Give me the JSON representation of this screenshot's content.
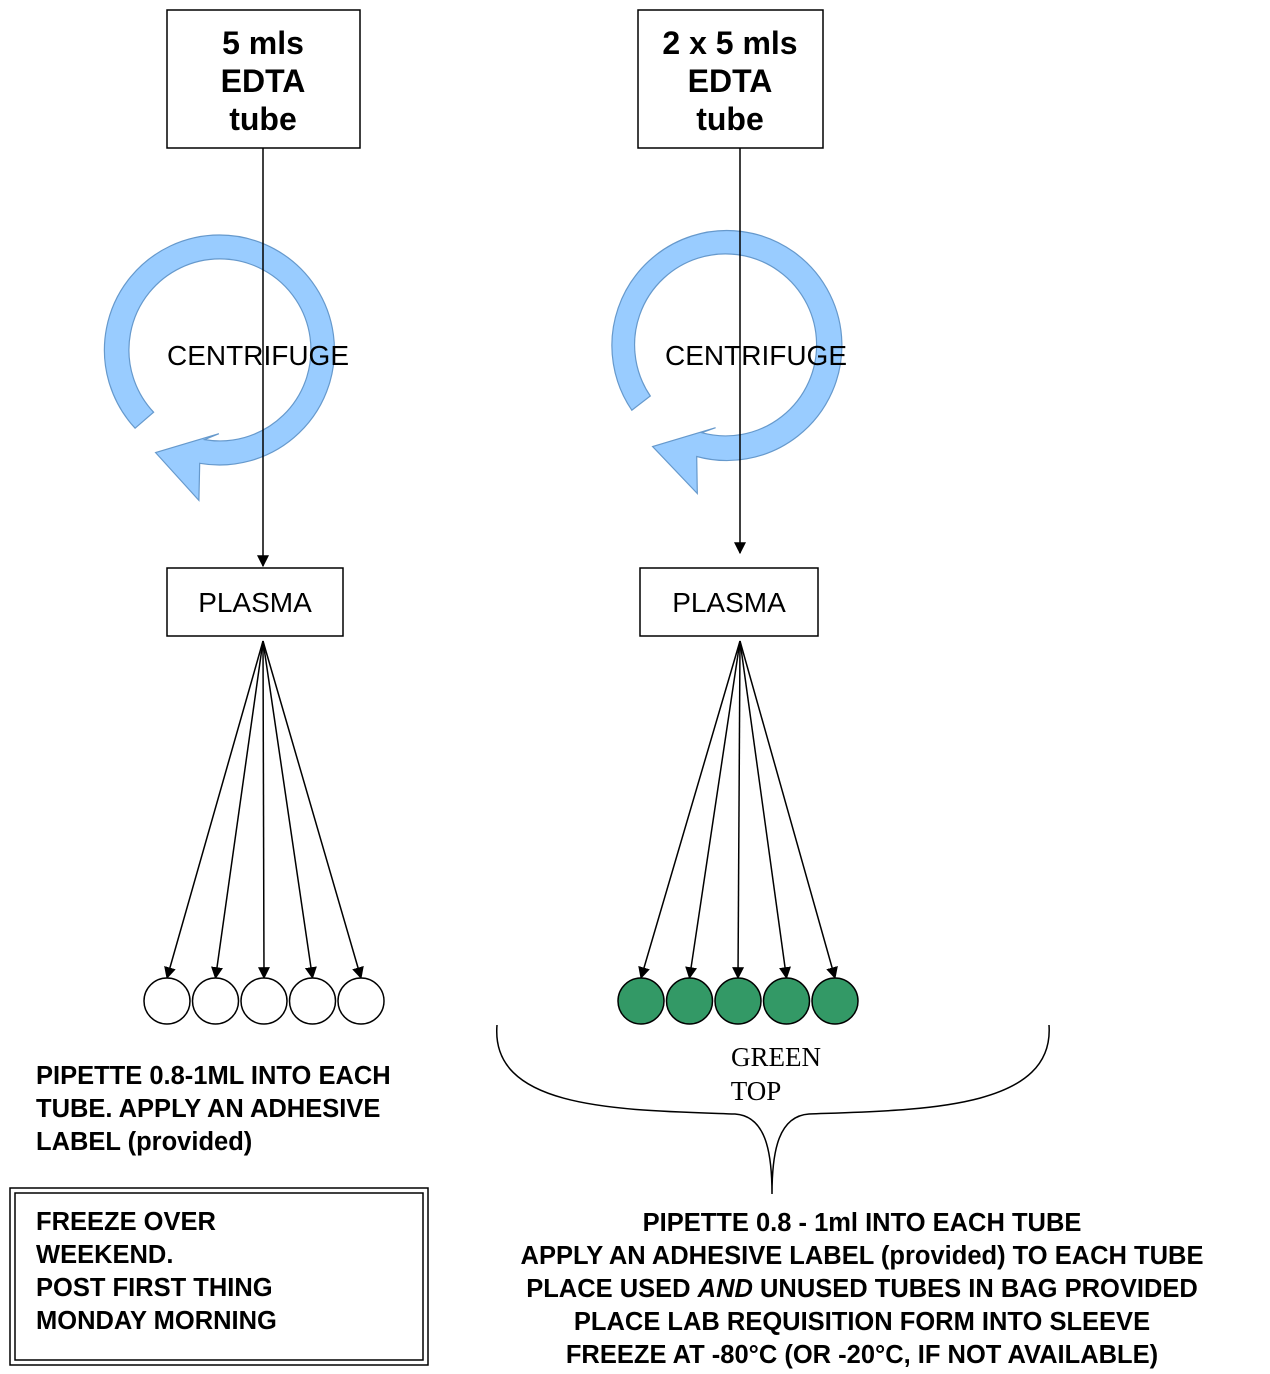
{
  "left_flow": {
    "start_box": [
      "5 mls",
      "EDTA",
      "tube"
    ],
    "process_label": "CENTRIFUGE",
    "product_label": "PLASMA",
    "tube_count": 5,
    "tube_fill_color": "#ffffff",
    "instructions": [
      "PIPETTE 0.8-1ML INTO EACH",
      "TUBE. APPLY AN ADHESIVE",
      "LABEL (provided)"
    ],
    "note_box": [
      "FREEZE OVER",
      "WEEKEND.",
      "POST FIRST THING",
      "MONDAY MORNING"
    ]
  },
  "right_flow": {
    "start_box": [
      "2 x 5 mls",
      "EDTA",
      "tube"
    ],
    "process_label": "CENTRIFUGE",
    "product_label": "PLASMA",
    "tube_count": 5,
    "tube_fill_color": "#339966",
    "tube_label": [
      "GREEN",
      "TOP"
    ],
    "instructions": [
      "PIPETTE 0.8 - 1ml INTO EACH TUBE",
      "APPLY AN ADHESIVE LABEL (provided) TO EACH TUBE",
      {
        "before": "PLACE USED ",
        "italic": "AND",
        "after": " UNUSED TUBES IN BAG PROVIDED"
      },
      "PLACE LAB REQUISITION FORM INTO SLEEVE",
      "FREEZE AT -80°C (OR -20°C, IF NOT AVAILABLE)"
    ]
  },
  "colors": {
    "cycle_arrow_fill": "#99ccff",
    "cycle_arrow_stroke": "#6699cc",
    "green_tube": "#339966",
    "line": "#000000"
  }
}
